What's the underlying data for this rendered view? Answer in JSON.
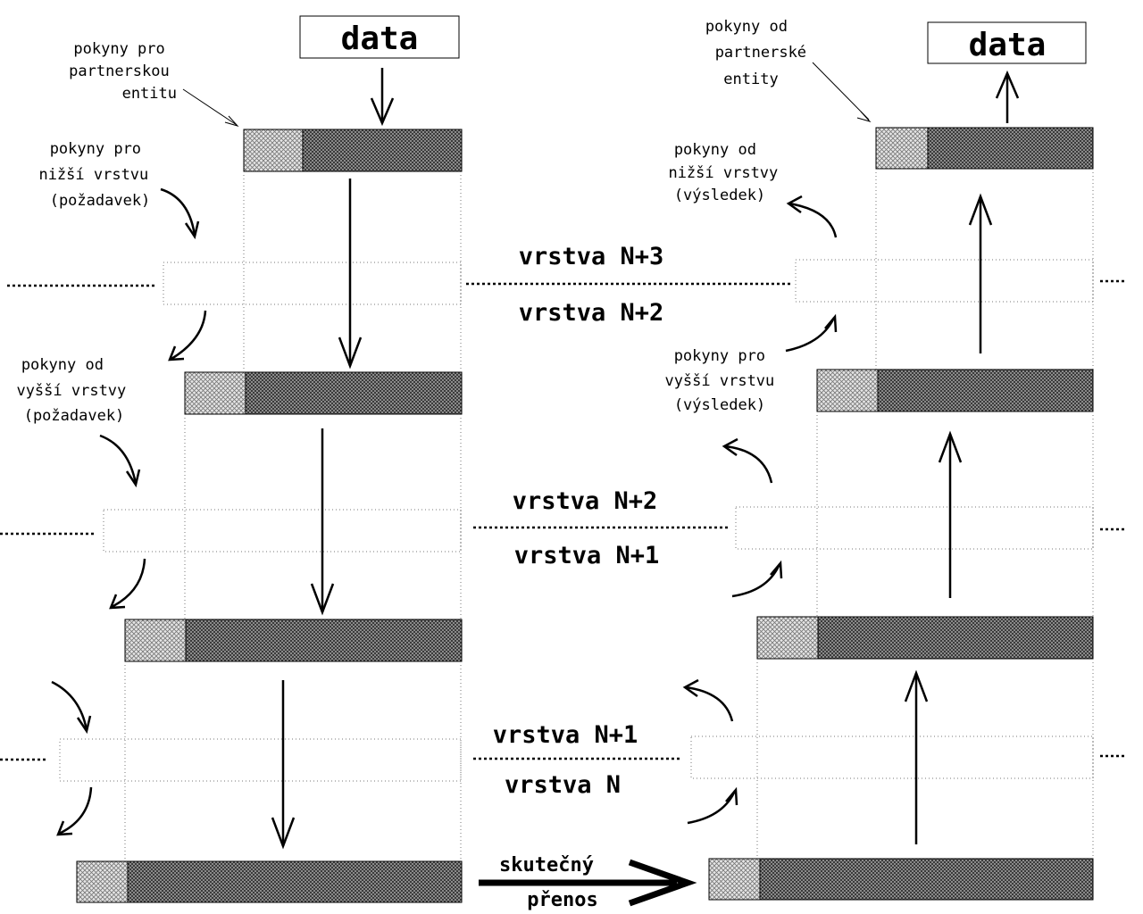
{
  "sender": {
    "data_label": "data",
    "partner_note": [
      "pokyny pro",
      "partnerskou",
      "entitu"
    ],
    "lower_note": [
      "pokyny pro",
      "nižší vrstvu",
      "(požadavek)"
    ],
    "upper_note": [
      "pokyny od",
      "vyšší  vrstvy",
      "(požadavek)"
    ]
  },
  "receiver": {
    "data_label": "data",
    "partner_note": [
      "pokyny od",
      "partnerské",
      "entity"
    ],
    "lower_note": [
      "pokyny od",
      "nižší vrstvy",
      "(výsledek)"
    ],
    "upper_note": [
      "pokyny pro",
      "vyšší vrstvu",
      "(výsledek)"
    ]
  },
  "layers": {
    "b1_top": "vrstva N+3",
    "b1_bottom": "vrstva N+2",
    "b2_top": "vrstva N+2",
    "b2_bottom": "vrstva N+1",
    "b3_top": "vrstva N+1",
    "b3_bottom": "vrstva N"
  },
  "transfer": {
    "line1": "skutečný",
    "line2": "přenos"
  }
}
